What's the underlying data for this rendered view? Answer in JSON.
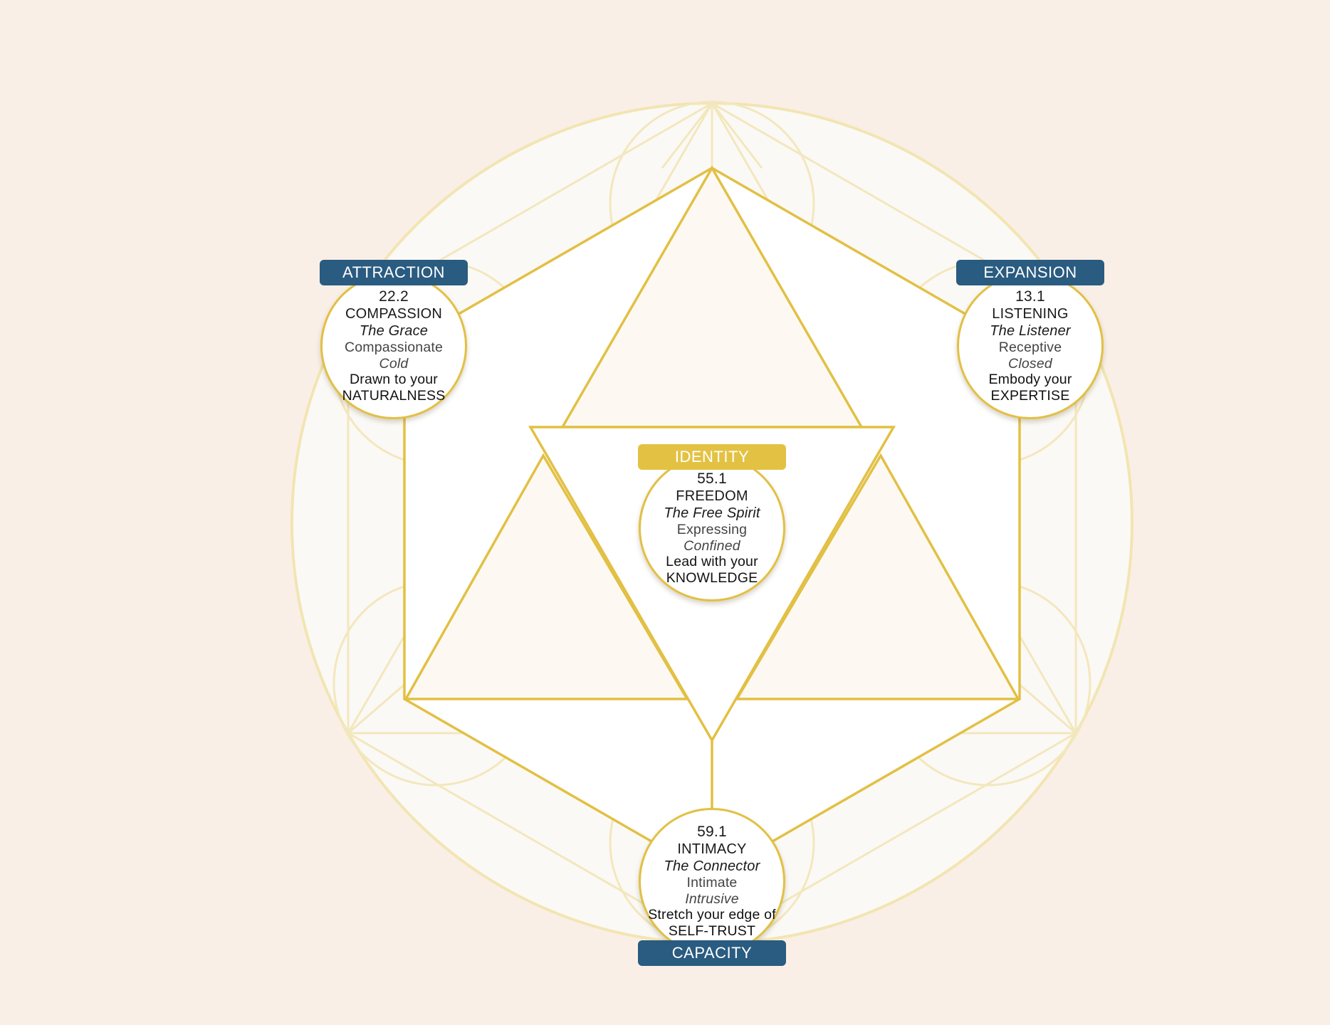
{
  "colors": {
    "background": "#faefe6",
    "accent_gold": "#e2c044",
    "pale_gold": "#f2e5b2",
    "label_blue": "#2a5b80",
    "label_gold": "#e3c243"
  },
  "nodes": {
    "attraction": {
      "label": "ATTRACTION",
      "gate": "22.2",
      "name": "COMPASSION",
      "archetype": "The Grace",
      "gift": "Compassionate",
      "shadow": "Cold",
      "action": "Drawn to your",
      "theme": "NATURALNESS"
    },
    "expansion": {
      "label": "EXPANSION",
      "gate": "13.1",
      "name": "LISTENING",
      "archetype": "The Listener",
      "gift": "Receptive",
      "shadow": "Closed",
      "action": "Embody your",
      "theme": "EXPERTISE"
    },
    "identity": {
      "label": "IDENTITY",
      "gate": "55.1",
      "name": "FREEDOM",
      "archetype": "The Free Spirit",
      "gift": "Expressing",
      "shadow": "Confined",
      "action": "Lead with your",
      "theme": "KNOWLEDGE"
    },
    "capacity": {
      "label": "CAPACITY",
      "gate": "59.1",
      "name": "INTIMACY",
      "archetype": "The Connector",
      "gift": "Intimate",
      "shadow": "Intrusive",
      "action": "Stretch your edge of",
      "theme": "SELF-TRUST"
    }
  }
}
